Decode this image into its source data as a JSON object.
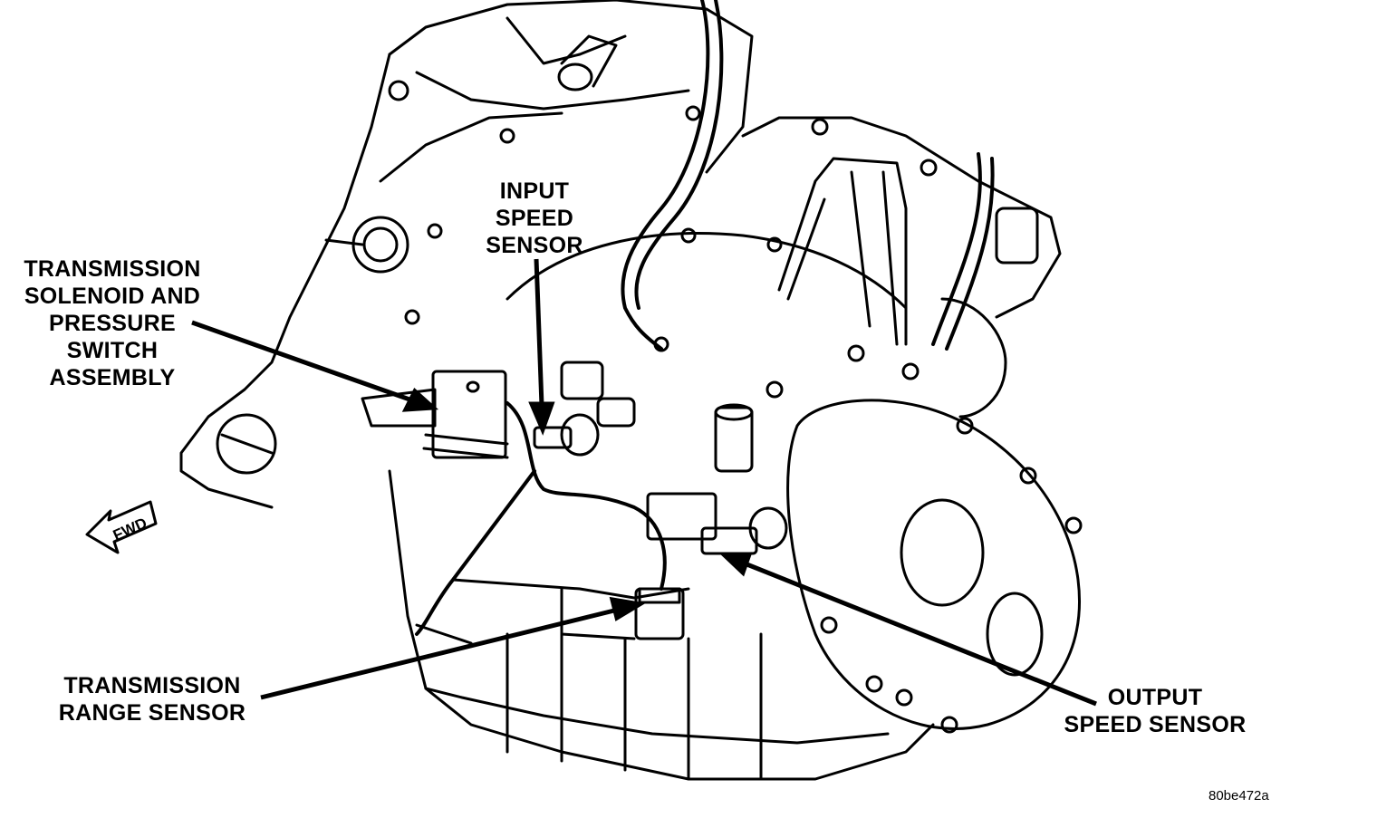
{
  "labels": {
    "input_speed_sensor": [
      "INPUT",
      "SPEED",
      "SENSOR"
    ],
    "solenoid_assembly": [
      "TRANSMISSION",
      "SOLENOID AND",
      "PRESSURE",
      "SWITCH",
      "ASSEMBLY"
    ],
    "range_sensor": [
      "TRANSMISSION",
      "RANGE SENSOR"
    ],
    "output_speed_sensor": [
      "OUTPUT",
      "SPEED SENSOR"
    ]
  },
  "direction_marker": "FWD",
  "figure_id": "80be472a",
  "colors": {
    "ink": "#000000",
    "paper": "#ffffff"
  }
}
